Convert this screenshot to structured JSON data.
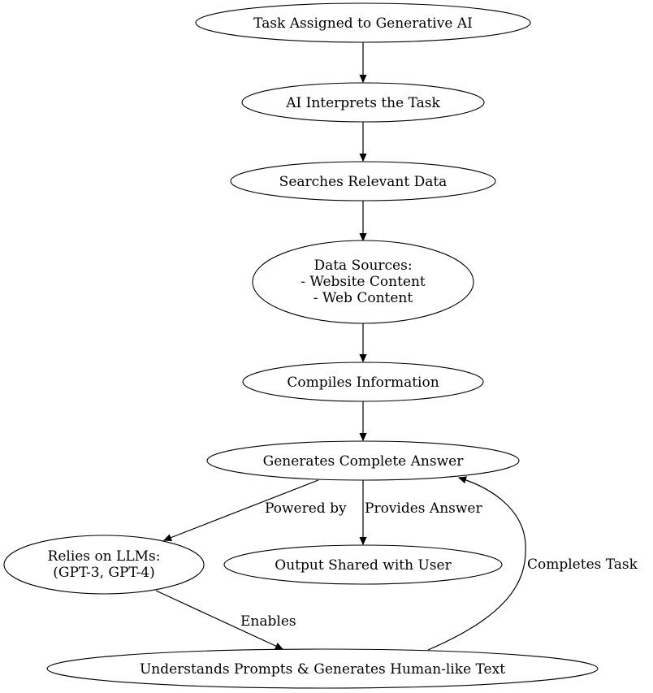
{
  "nodes": {
    "task": {
      "lines": [
        "Task Assigned to Generative AI"
      ]
    },
    "interprets": {
      "lines": [
        "AI Interprets the Task"
      ]
    },
    "searches": {
      "lines": [
        "Searches Relevant Data"
      ]
    },
    "sources": {
      "lines": [
        "Data Sources:",
        "- Website Content",
        "- Web Content"
      ]
    },
    "compiles": {
      "lines": [
        "Compiles Information"
      ]
    },
    "generates": {
      "lines": [
        "Generates Complete Answer"
      ]
    },
    "relies": {
      "lines": [
        "Relies on LLMs:",
        "(GPT-3, GPT-4)"
      ]
    },
    "output": {
      "lines": [
        "Output Shared with User"
      ]
    },
    "understands": {
      "lines": [
        "Understands Prompts & Generates Human-like Text"
      ]
    }
  },
  "edges": {
    "powered_by": "Powered by",
    "provides_answer": "Provides Answer",
    "enables": "Enables",
    "completes_task": "Completes Task"
  }
}
